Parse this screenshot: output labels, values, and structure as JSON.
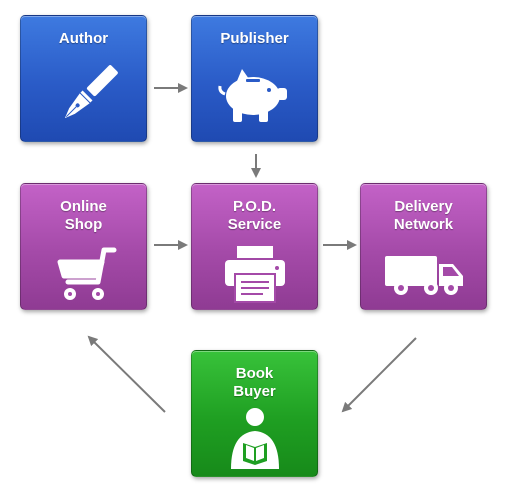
{
  "nodes": {
    "author": {
      "label": "Author",
      "icon": "fountain-pen-icon",
      "color": "#2f62cf"
    },
    "publisher": {
      "label": "Publisher",
      "icon": "piggy-bank-icon",
      "color": "#2f62cf"
    },
    "online_shop": {
      "label": "Online\nShop",
      "icon": "shopping-cart-icon",
      "color": "#a94bad"
    },
    "pod_service": {
      "label": "P.O.D.\nService",
      "icon": "printer-icon",
      "color": "#a94bad"
    },
    "delivery_network": {
      "label": "Delivery\nNetwork",
      "icon": "delivery-truck-icon",
      "color": "#a94bad"
    },
    "book_buyer": {
      "label": "Book\nBuyer",
      "icon": "reader-icon",
      "color": "#22a326"
    }
  },
  "edges": [
    {
      "from": "Author",
      "to": "Publisher"
    },
    {
      "from": "Publisher",
      "to": "P.O.D. Service"
    },
    {
      "from": "Online Shop",
      "to": "P.O.D. Service"
    },
    {
      "from": "P.O.D. Service",
      "to": "Delivery Network"
    },
    {
      "from": "Delivery Network",
      "to": "Book Buyer"
    },
    {
      "from": "Book Buyer",
      "to": "Online Shop"
    }
  ],
  "arrow_color": "#7a7a7a"
}
